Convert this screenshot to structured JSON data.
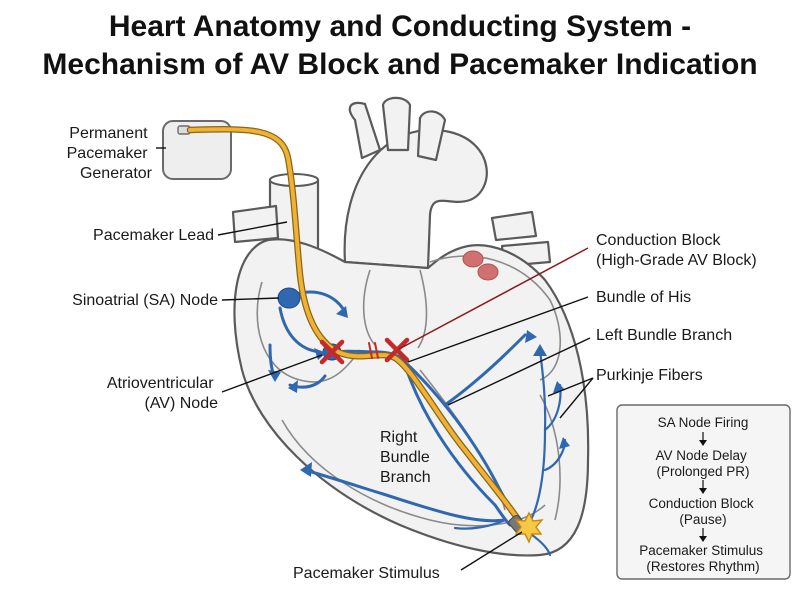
{
  "title": {
    "line1": "Heart Anatomy and Conducting System -",
    "line2": "Mechanism of AV Block and Pacemaker Indication"
  },
  "labels": {
    "generator": [
      "Permanent",
      "Pacemaker",
      "Generator"
    ],
    "lead": "Pacemaker Lead",
    "sa_node": "Sinoatrial (SA) Node",
    "av_node": [
      "Atrioventricular",
      "(AV) Node"
    ],
    "conduction_block": [
      "Conduction Block",
      "(High-Grade AV Block)"
    ],
    "bundle_of_his": "Bundle of His",
    "left_bundle": "Left Bundle Branch",
    "purkinje": "Purkinje Fibers",
    "right_bundle": [
      "Right",
      "Bundle",
      "Branch"
    ],
    "stimulus": "Pacemaker Stimulus"
  },
  "flow_box": {
    "steps": [
      [
        "SA Node Firing"
      ],
      [
        "AV Node Delay",
        "(Prolonged PR)"
      ],
      [
        "Conduction Block",
        "(Pause)"
      ],
      [
        "Pacemaker Stimulus",
        "(Restores Rhythm)"
      ]
    ]
  },
  "colors": {
    "lead": "#f0b234",
    "conduction": "#2f68b0",
    "block": "#c42a2a",
    "block_line": "#8b1a1a",
    "heart_fill": "#f2f2f2",
    "stimulus": "#f7c843"
  }
}
